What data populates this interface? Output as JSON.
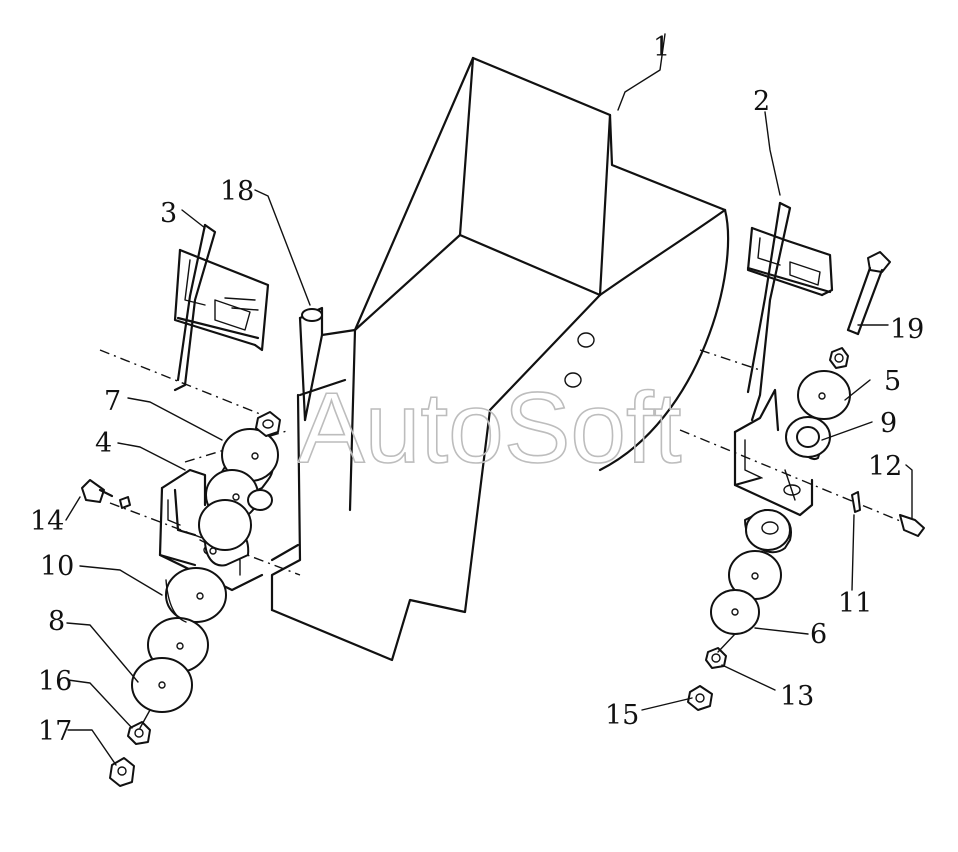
{
  "watermark": "AutoSoft",
  "callouts": [
    {
      "id": "1",
      "text": "1"
    },
    {
      "id": "2",
      "text": "2"
    },
    {
      "id": "3",
      "text": "3"
    },
    {
      "id": "4",
      "text": "4"
    },
    {
      "id": "5",
      "text": "5"
    },
    {
      "id": "6",
      "text": "6"
    },
    {
      "id": "7",
      "text": "7"
    },
    {
      "id": "8",
      "text": "8"
    },
    {
      "id": "9",
      "text": "9"
    },
    {
      "id": "10",
      "text": "10"
    },
    {
      "id": "11",
      "text": "11"
    },
    {
      "id": "12",
      "text": "12"
    },
    {
      "id": "13",
      "text": "13"
    },
    {
      "id": "14",
      "text": "14"
    },
    {
      "id": "15",
      "text": "15"
    },
    {
      "id": "16",
      "text": "16"
    },
    {
      "id": "17",
      "text": "17"
    },
    {
      "id": "18",
      "text": "18"
    },
    {
      "id": "19",
      "text": "19"
    }
  ]
}
